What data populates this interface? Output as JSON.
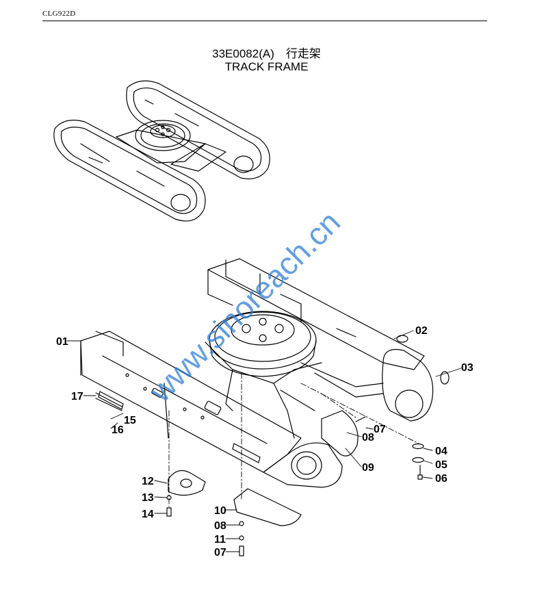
{
  "header": {
    "model": "CLG922D"
  },
  "title": {
    "code_cn": "33E0082(A)　行走架",
    "english": "TRACK FRAME"
  },
  "watermark": {
    "text": "www.sinoreach.cn",
    "color": "#2f7fd6"
  },
  "callouts": {
    "c01": "01",
    "c02": "02",
    "c03": "03",
    "c04": "04",
    "c05": "05",
    "c06": "06",
    "c07a": "07",
    "c08a": "08",
    "c09": "09",
    "c10": "10",
    "c08b": "08",
    "c11": "11",
    "c07b": "07",
    "c12": "12",
    "c13": "13",
    "c14": "14",
    "c15": "15",
    "c16": "16",
    "c17": "17"
  },
  "icons": [
    "track-frame-assembly-overview",
    "track-frame-exploded-view"
  ]
}
